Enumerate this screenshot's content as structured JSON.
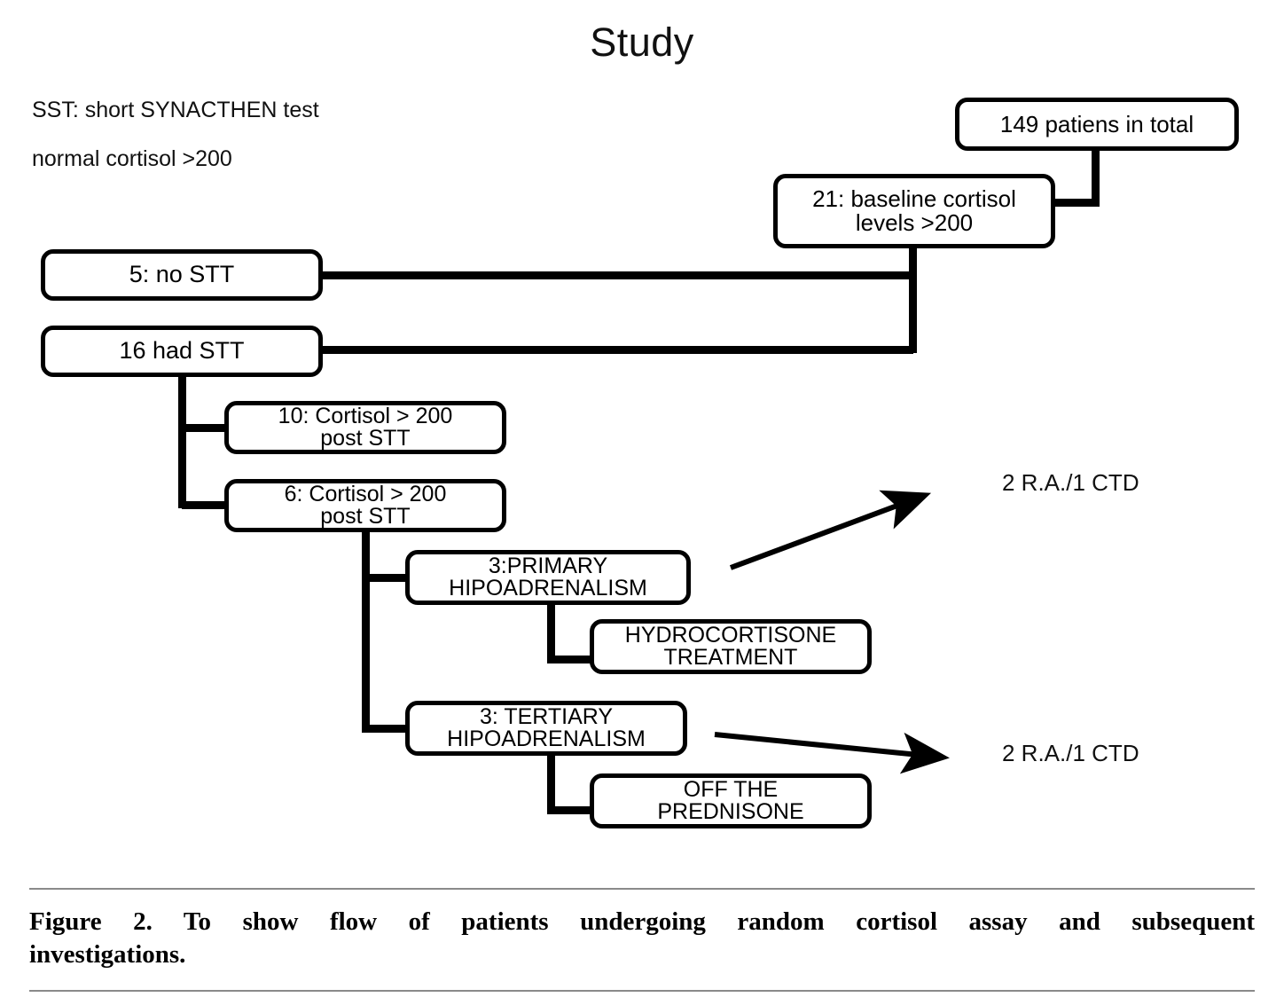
{
  "title": "Study",
  "legend": {
    "line1": "SST: short SYNACTHEN test",
    "line2": "normal cortisol >200"
  },
  "nodes": {
    "total": "149 patiens in total",
    "baseline": "21: baseline cortisol\nlevels >200",
    "no_stt": "5: no STT",
    "had_stt": "16 had STT",
    "cortisol_10": "10: Cortisol > 200\npost STT",
    "cortisol_6": "6: Cortisol > 200\npost STT",
    "primary": "3:PRIMARY\nHIPOADRENALISM",
    "hydrocortisone": "HYDROCORTISONE\nTREATMENT",
    "tertiary": "3: TERTIARY\nHIPOADRENALISM",
    "prednisone": "OFF THE\nPREDNISONE"
  },
  "annotations": {
    "primary_outcome": "2 R.A./1 CTD",
    "tertiary_outcome": "2 R.A./1 CTD"
  },
  "caption": {
    "line1": "Figure 2. To show flow of patients undergoing random cortisol assay and subsequent",
    "line2": "investigations."
  },
  "colors": {
    "stroke": "#000000",
    "background": "#ffffff",
    "rule": "#8a8a8a",
    "text": "#111111"
  },
  "chart_data": {
    "type": "flowchart",
    "title": "Study",
    "nodes": [
      {
        "id": "total",
        "label": "149 patiens in total",
        "count": 149
      },
      {
        "id": "baseline",
        "label": "21: baseline cortisol levels >200",
        "count": 21
      },
      {
        "id": "no_stt",
        "label": "5: no STT",
        "count": 5
      },
      {
        "id": "had_stt",
        "label": "16 had STT",
        "count": 16
      },
      {
        "id": "cortisol_10",
        "label": "10: Cortisol > 200 post STT",
        "count": 10
      },
      {
        "id": "cortisol_6",
        "label": "6: Cortisol > 200 post STT",
        "count": 6
      },
      {
        "id": "primary",
        "label": "3:PRIMARY HIPOADRENALISM",
        "count": 3
      },
      {
        "id": "hydrocortisone",
        "label": "HYDROCORTISONE TREATMENT"
      },
      {
        "id": "tertiary",
        "label": "3: TERTIARY HIPOADRENALISM",
        "count": 3
      },
      {
        "id": "prednisone",
        "label": "OFF THE PREDNISONE"
      }
    ],
    "edges": [
      {
        "from": "total",
        "to": "baseline"
      },
      {
        "from": "baseline",
        "to": "no_stt"
      },
      {
        "from": "baseline",
        "to": "had_stt"
      },
      {
        "from": "had_stt",
        "to": "cortisol_10"
      },
      {
        "from": "had_stt",
        "to": "cortisol_6"
      },
      {
        "from": "cortisol_6",
        "to": "primary"
      },
      {
        "from": "cortisol_6",
        "to": "tertiary"
      },
      {
        "from": "primary",
        "to": "hydrocortisone"
      },
      {
        "from": "tertiary",
        "to": "prednisone"
      },
      {
        "from": "primary",
        "to": "2 R.A./1 CTD",
        "style": "arrow"
      },
      {
        "from": "tertiary",
        "to": "2 R.A./1 CTD",
        "style": "arrow"
      }
    ]
  }
}
